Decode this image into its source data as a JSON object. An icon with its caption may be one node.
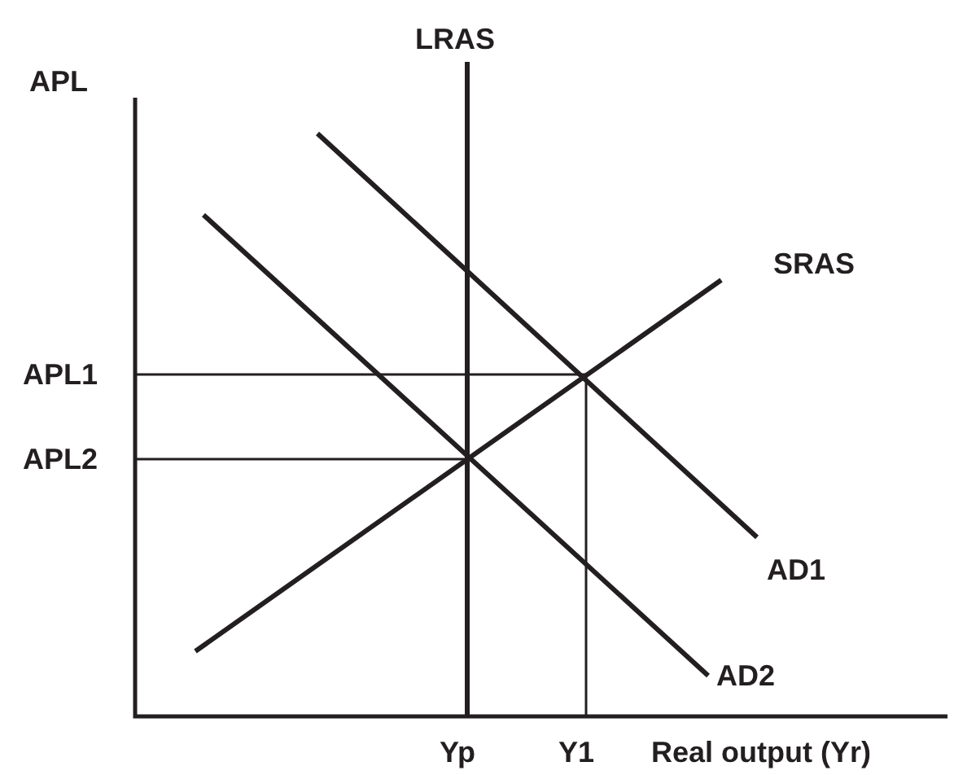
{
  "diagram": {
    "labels": [
      "LRAS",
      "APL",
      "SRAS",
      "APL1",
      "APL2",
      "AD1",
      "AD2",
      "Yp",
      "Y1",
      "Real output (Yr)"
    ]
  }
}
